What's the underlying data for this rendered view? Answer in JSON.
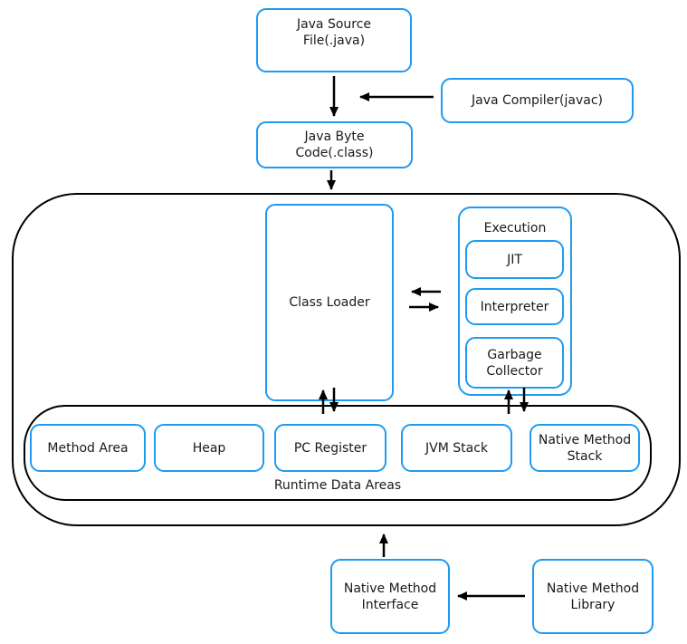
{
  "diagram": {
    "colors": {
      "node_border_blue": "#1e9bf0",
      "container_border_black": "#000000",
      "arrow_black": "#000000",
      "text": "#1a1a1a",
      "background": "#ffffff"
    },
    "nodes": {
      "java_source": {
        "lines": [
          "Java Source",
          "File(.java)"
        ]
      },
      "java_compiler": {
        "lines": [
          "Java Compiler(javac)"
        ]
      },
      "java_byte_code": {
        "lines": [
          "Java Byte",
          "Code(.class)"
        ]
      },
      "class_loader": {
        "lines": [
          "Class Loader"
        ]
      },
      "execution": {
        "lines": [
          "Execution"
        ]
      },
      "jit": {
        "lines": [
          "JIT"
        ]
      },
      "interpreter": {
        "lines": [
          "Interpreter"
        ]
      },
      "garbage_collector": {
        "lines": [
          "Garbage",
          "Collector"
        ]
      },
      "method_area": {
        "lines": [
          "Method Area"
        ]
      },
      "heap": {
        "lines": [
          "Heap"
        ]
      },
      "pc_register": {
        "lines": [
          "PC Register"
        ]
      },
      "jvm_stack": {
        "lines": [
          "JVM Stack"
        ]
      },
      "native_method_stack": {
        "lines": [
          "Native Method",
          "Stack"
        ]
      },
      "native_method_interface": {
        "lines": [
          "Native Method",
          "Interface"
        ]
      },
      "native_method_library": {
        "lines": [
          "Native Method",
          "Library"
        ]
      }
    },
    "containers": {
      "runtime_data_areas": {
        "label": "Runtime Data Areas"
      }
    }
  }
}
